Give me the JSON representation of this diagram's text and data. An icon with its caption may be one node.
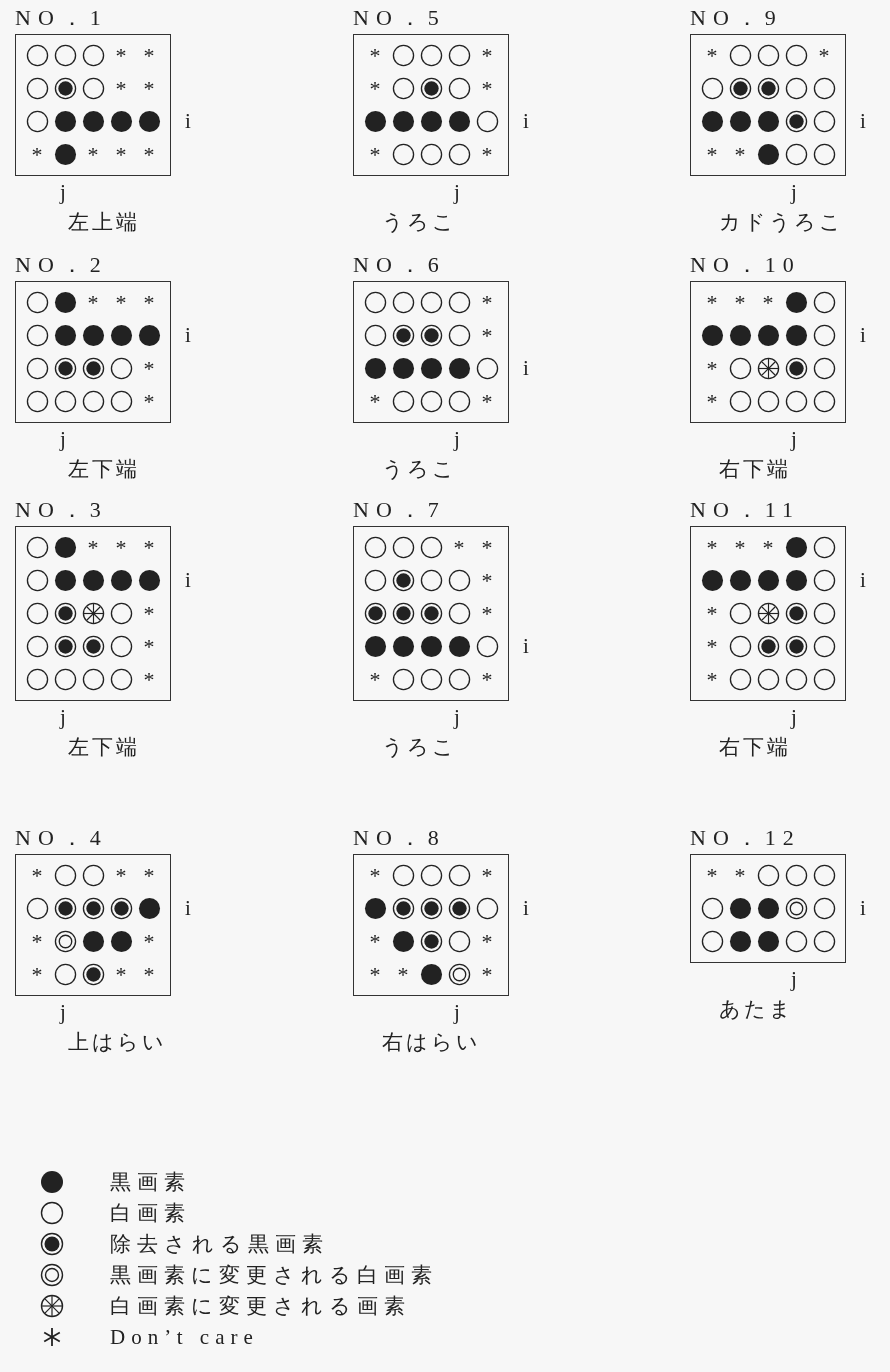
{
  "diagram": {
    "nodes": [
      {
        "text": [
          "NO．1"
        ],
        "beside": [
          "i",
          "j",
          "左上端"
        ]
      },
      {
        "text": [],
        "shape": "circle",
        "in": 0
      },
      {
        "text": [],
        "shape": "circle",
        "in": 0
      },
      {
        "text": [],
        "shape": "circle",
        "in": 0
      },
      {
        "text": [
          "*"
        ],
        "in": 0
      },
      {
        "text": [
          "*"
        ],
        "in": 0
      },
      {
        "text": [],
        "shape": "circle",
        "in": 0
      },
      {
        "text": [],
        "shape": "bullseye",
        "in": 0
      },
      {
        "text": [],
        "shape": "circle",
        "in": 0
      },
      {
        "text": [
          "*"
        ],
        "in": 0
      },
      {
        "text": [
          "*"
        ],
        "in": 0
      },
      {
        "text": [],
        "shape": "circle",
        "in": 0
      },
      {
        "text": [],
        "shape": "dot",
        "in": 0
      },
      {
        "text": [],
        "shape": "dot",
        "in": 0
      },
      {
        "text": [],
        "shape": "dot",
        "in": 0
      },
      {
        "text": [],
        "shape": "dot",
        "in": 0
      },
      {
        "text": [
          "*"
        ],
        "in": 0
      },
      {
        "text": [],
        "shape": "dot",
        "in": 0
      },
      {
        "text": [
          "*"
        ],
        "in": 0
      },
      {
        "text": [
          "*"
        ],
        "in": 0
      },
      {
        "text": [
          "*"
        ],
        "in": 0
      },
      {
        "text": [
          "NO．2"
        ],
        "beside": [
          "i",
          "j",
          "左下端"
        ]
      },
      {
        "text": [],
        "shape": "circle",
        "in": 21
      },
      {
        "text": [],
        "shape": "dot",
        "in": 21
      },
      {
        "text": [
          "*"
        ],
        "in": 21
      },
      {
        "text": [
          "*"
        ],
        "in": 21
      },
      {
        "text": [
          "*"
        ],
        "in": 21
      },
      {
        "text": [],
        "shape": "circle",
        "in": 21
      },
      {
        "text": [],
        "shape": "dot",
        "in": 21
      },
      {
        "text": [],
        "shape": "dot",
        "in": 21
      },
      {
        "text": [],
        "shape": "dot",
        "in": 21
      },
      {
        "text": [],
        "shape": "dot",
        "in": 21
      },
      {
        "text": [],
        "shape": "circle",
        "in": 21
      },
      {
        "text": [],
        "shape": "bullseye",
        "in": 21
      },
      {
        "text": [],
        "shape": "bullseye",
        "in": 21
      },
      {
        "text": [],
        "shape": "circle",
        "in": 21
      },
      {
        "text": [
          "*"
        ],
        "in": 21
      },
      {
        "text": [],
        "shape": "circle",
        "in": 21
      },
      {
        "text": [],
        "shape": "circle",
        "in": 21
      },
      {
        "text": [],
        "shape": "circle",
        "in": 21
      },
      {
        "text": [],
        "shape": "circle",
        "in": 21
      },
      {
        "text": [
          "*"
        ],
        "in": 21
      },
      {
        "text": [
          "NO．3"
        ],
        "beside": [
          "i",
          "j",
          "左下端"
        ]
      },
      {
        "text": [],
        "shape": "circle",
        "in": 42
      },
      {
        "text": [],
        "shape": "dot",
        "in": 42
      },
      {
        "text": [
          "*"
        ],
        "in": 42
      },
      {
        "text": [
          "*"
        ],
        "in": 42
      },
      {
        "text": [
          "*"
        ],
        "in": 42
      },
      {
        "text": [],
        "shape": "circle",
        "in": 42
      },
      {
        "text": [],
        "shape": "dot",
        "in": 42
      },
      {
        "text": [],
        "shape": "dot",
        "in": 42
      },
      {
        "text": [],
        "shape": "dot",
        "in": 42
      },
      {
        "text": [],
        "shape": "dot",
        "in": 42
      },
      {
        "text": [],
        "shape": "circle",
        "in": 42
      },
      {
        "text": [],
        "shape": "bullseye",
        "in": 42
      },
      {
        "text": [],
        "shape": "wheel",
        "in": 42
      },
      {
        "text": [],
        "shape": "circle",
        "in": 42
      },
      {
        "text": [
          "*"
        ],
        "in": 42
      },
      {
        "text": [],
        "shape": "circle",
        "in": 42
      },
      {
        "text": [],
        "shape": "bullseye",
        "in": 42
      },
      {
        "text": [],
        "shape": "bullseye",
        "in": 42
      },
      {
        "text": [],
        "shape": "circle",
        "in": 42
      },
      {
        "text": [
          "*"
        ],
        "in": 42
      },
      {
        "text": [],
        "shape": "circle",
        "in": 42
      },
      {
        "text": [],
        "shape": "circle",
        "in": 42
      },
      {
        "text": [],
        "shape": "circle",
        "in": 42
      },
      {
        "text": [],
        "shape": "circle",
        "in": 42
      },
      {
        "text": [
          "*"
        ],
        "in": 42
      },
      {
        "text": [
          "NO．4"
        ],
        "beside": [
          "i",
          "j",
          "上はらい"
        ]
      },
      {
        "text": [
          "*"
        ],
        "in": 68
      },
      {
        "text": [],
        "shape": "circle",
        "in": 68
      },
      {
        "text": [],
        "shape": "circle",
        "in": 68
      },
      {
        "text": [
          "*"
        ],
        "in": 68
      },
      {
        "text": [
          "*"
        ],
        "in": 68
      },
      {
        "text": [],
        "shape": "circle",
        "in": 68
      },
      {
        "text": [],
        "shape": "bullseye",
        "in": 68
      },
      {
        "text": [],
        "shape": "bullseye",
        "in": 68
      },
      {
        "text": [],
        "shape": "bullseye",
        "in": 68
      },
      {
        "text": [],
        "shape": "dot",
        "in": 68
      },
      {
        "text": [
          "*"
        ],
        "in": 68
      },
      {
        "text": [],
        "shape": "ring",
        "in": 68
      },
      {
        "text": [],
        "shape": "dot",
        "in": 68
      },
      {
        "text": [],
        "shape": "dot",
        "in": 68
      },
      {
        "text": [
          "*"
        ],
        "in": 68
      },
      {
        "text": [
          "*"
        ],
        "in": 68
      },
      {
        "text": [],
        "shape": "circle",
        "in": 68
      },
      {
        "text": [],
        "shape": "bullseye",
        "in": 68
      },
      {
        "text": [
          "*"
        ],
        "in": 68
      },
      {
        "text": [
          "*"
        ],
        "in": 68
      },
      {
        "text": [
          "NO．5"
        ],
        "beside": [
          "i",
          "j",
          "うろこ"
        ]
      },
      {
        "text": [
          "*"
        ],
        "in": 89
      },
      {
        "text": [],
        "shape": "circle",
        "in": 89
      },
      {
        "text": [],
        "shape": "circle",
        "in": 89
      },
      {
        "text": [],
        "shape": "circle",
        "in": 89
      },
      {
        "text": [
          "*"
        ],
        "in": 89
      },
      {
        "text": [
          "*"
        ],
        "in": 89
      },
      {
        "text": [],
        "shape": "circle",
        "in": 89
      },
      {
        "text": [],
        "shape": "bullseye",
        "in": 89
      },
      {
        "text": [],
        "shape": "circle",
        "in": 89
      },
      {
        "text": [
          "*"
        ],
        "in": 89
      },
      {
        "text": [],
        "shape": "dot",
        "in": 89
      },
      {
        "text": [],
        "shape": "dot",
        "in": 89
      },
      {
        "text": [],
        "shape": "dot",
        "in": 89
      },
      {
        "text": [],
        "shape": "dot",
        "in": 89
      },
      {
        "text": [],
        "shape": "circle",
        "in": 89
      },
      {
        "text": [
          "*"
        ],
        "in": 89
      },
      {
        "text": [],
        "shape": "circle",
        "in": 89
      },
      {
        "text": [],
        "shape": "circle",
        "in": 89
      },
      {
        "text": [],
        "shape": "circle",
        "in": 89
      },
      {
        "text": [
          "*"
        ],
        "in": 89
      },
      {
        "text": [
          "NO．6"
        ],
        "beside": [
          "i",
          "j",
          "うろこ"
        ]
      },
      {
        "text": [],
        "shape": "circle",
        "in": 110
      },
      {
        "text": [],
        "shape": "circle",
        "in": 110
      },
      {
        "text": [],
        "shape": "circle",
        "in": 110
      },
      {
        "text": [],
        "shape": "circle",
        "in": 110
      },
      {
        "text": [
          "*"
        ],
        "in": 110
      },
      {
        "text": [],
        "shape": "circle",
        "in": 110
      },
      {
        "text": [],
        "shape": "bullseye",
        "in": 110
      },
      {
        "text": [],
        "shape": "bullseye",
        "in": 110
      },
      {
        "text": [],
        "shape": "circle",
        "in": 110
      },
      {
        "text": [
          "*"
        ],
        "in": 110
      },
      {
        "text": [],
        "shape": "dot",
        "in": 110
      },
      {
        "text": [],
        "shape": "dot",
        "in": 110
      },
      {
        "text": [],
        "shape": "dot",
        "in": 110
      },
      {
        "text": [],
        "shape": "dot",
        "in": 110
      },
      {
        "text": [],
        "shape": "circle",
        "in": 110
      },
      {
        "text": [
          "*"
        ],
        "in": 110
      },
      {
        "text": [],
        "shape": "circle",
        "in": 110
      },
      {
        "text": [],
        "shape": "circle",
        "in": 110
      },
      {
        "text": [],
        "shape": "circle",
        "in": 110
      },
      {
        "text": [
          "*"
        ],
        "in": 110
      },
      {
        "text": [
          "NO．7"
        ],
        "beside": [
          "i",
          "j",
          "うろこ"
        ]
      },
      {
        "text": [],
        "shape": "circle",
        "in": 131
      },
      {
        "text": [],
        "shape": "circle",
        "in": 131
      },
      {
        "text": [],
        "shape": "circle",
        "in": 131
      },
      {
        "text": [
          "*"
        ],
        "in": 131
      },
      {
        "text": [
          "*"
        ],
        "in": 131
      },
      {
        "text": [],
        "shape": "circle",
        "in": 131
      },
      {
        "text": [],
        "shape": "bullseye",
        "in": 131
      },
      {
        "text": [],
        "shape": "circle",
        "in": 131
      },
      {
        "text": [],
        "shape": "circle",
        "in": 131
      },
      {
        "text": [
          "*"
        ],
        "in": 131
      },
      {
        "text": [],
        "shape": "bullseye",
        "in": 131
      },
      {
        "text": [],
        "shape": "bullseye",
        "in": 131
      },
      {
        "text": [],
        "shape": "bullseye",
        "in": 131
      },
      {
        "text": [],
        "shape": "circle",
        "in": 131
      },
      {
        "text": [
          "*"
        ],
        "in": 131
      },
      {
        "text": [],
        "shape": "dot",
        "in": 131
      },
      {
        "text": [],
        "shape": "dot",
        "in": 131
      },
      {
        "text": [],
        "shape": "dot",
        "in": 131
      },
      {
        "text": [],
        "shape": "dot",
        "in": 131
      },
      {
        "text": [],
        "shape": "circle",
        "in": 131
      },
      {
        "text": [
          "*"
        ],
        "in": 131
      },
      {
        "text": [],
        "shape": "circle",
        "in": 131
      },
      {
        "text": [],
        "shape": "circle",
        "in": 131
      },
      {
        "text": [],
        "shape": "circle",
        "in": 131
      },
      {
        "text": [
          "*"
        ],
        "in": 131
      },
      {
        "text": [
          "NO．8"
        ],
        "beside": [
          "i",
          "j",
          "右はらい"
        ]
      },
      {
        "text": [
          "*"
        ],
        "in": 157
      },
      {
        "text": [],
        "shape": "circle",
        "in": 157
      },
      {
        "text": [],
        "shape": "circle",
        "in": 157
      },
      {
        "text": [],
        "shape": "circle",
        "in": 157
      },
      {
        "text": [
          "*"
        ],
        "in": 157
      },
      {
        "text": [],
        "shape": "dot",
        "in": 157
      },
      {
        "text": [],
        "shape": "bullseye",
        "in": 157
      },
      {
        "text": [],
        "shape": "bullseye",
        "in": 157
      },
      {
        "text": [],
        "shape": "bullseye",
        "in": 157
      },
      {
        "text": [],
        "shape": "circle",
        "in": 157
      },
      {
        "text": [
          "*"
        ],
        "in": 157
      },
      {
        "text": [],
        "shape": "dot",
        "in": 157
      },
      {
        "text": [],
        "shape": "bullseye",
        "in": 157
      },
      {
        "text": [],
        "shape": "circle",
        "in": 157
      },
      {
        "text": [
          "*"
        ],
        "in": 157
      },
      {
        "text": [
          "*"
        ],
        "in": 157
      },
      {
        "text": [
          "*"
        ],
        "in": 157
      },
      {
        "text": [],
        "shape": "dot",
        "in": 157
      },
      {
        "text": [],
        "shape": "ring",
        "in": 157
      },
      {
        "text": [
          "*"
        ],
        "in": 157
      },
      {
        "text": [
          "NO．9"
        ],
        "beside": [
          "i",
          "j",
          "カドうろこ"
        ]
      },
      {
        "text": [
          "*"
        ],
        "in": 178
      },
      {
        "text": [],
        "shape": "circle",
        "in": 178
      },
      {
        "text": [],
        "shape": "circle",
        "in": 178
      },
      {
        "text": [],
        "shape": "circle",
        "in": 178
      },
      {
        "text": [
          "*"
        ],
        "in": 178
      },
      {
        "text": [],
        "shape": "circle",
        "in": 178
      },
      {
        "text": [],
        "shape": "bullseye",
        "in": 178
      },
      {
        "text": [],
        "shape": "bullseye",
        "in": 178
      },
      {
        "text": [],
        "shape": "circle",
        "in": 178
      },
      {
        "text": [],
        "shape": "circle",
        "in": 178
      },
      {
        "text": [],
        "shape": "dot",
        "in": 178
      },
      {
        "text": [],
        "shape": "dot",
        "in": 178
      },
      {
        "text": [],
        "shape": "dot",
        "in": 178
      },
      {
        "text": [],
        "shape": "bullseye",
        "in": 178
      },
      {
        "text": [],
        "shape": "circle",
        "in": 178
      },
      {
        "text": [
          "*"
        ],
        "in": 178
      },
      {
        "text": [
          "*"
        ],
        "in": 178
      },
      {
        "text": [],
        "shape": "dot",
        "in": 178
      },
      {
        "text": [],
        "shape": "circle",
        "in": 178
      },
      {
        "text": [],
        "shape": "circle",
        "in": 178
      },
      {
        "text": [
          "NO．10"
        ],
        "beside": [
          "i",
          "j",
          "右下端"
        ]
      },
      {
        "text": [
          "*"
        ],
        "in": 199
      },
      {
        "text": [
          "*"
        ],
        "in": 199
      },
      {
        "text": [
          "*"
        ],
        "in": 199
      },
      {
        "text": [],
        "shape": "dot",
        "in": 199
      },
      {
        "text": [],
        "shape": "circle",
        "in": 199
      },
      {
        "text": [],
        "shape": "dot",
        "in": 199
      },
      {
        "text": [],
        "shape": "dot",
        "in": 199
      },
      {
        "text": [],
        "shape": "dot",
        "in": 199
      },
      {
        "text": [],
        "shape": "dot",
        "in": 199
      },
      {
        "text": [],
        "shape": "circle",
        "in": 199
      },
      {
        "text": [
          "*"
        ],
        "in": 199
      },
      {
        "text": [],
        "shape": "circle",
        "in": 199
      },
      {
        "text": [],
        "shape": "wheel",
        "in": 199
      },
      {
        "text": [],
        "shape": "bullseye",
        "in": 199
      },
      {
        "text": [],
        "shape": "circle",
        "in": 199
      },
      {
        "text": [
          "*"
        ],
        "in": 199
      },
      {
        "text": [],
        "shape": "circle",
        "in": 199
      },
      {
        "text": [],
        "shape": "circle",
        "in": 199
      },
      {
        "text": [],
        "shape": "circle",
        "in": 199
      },
      {
        "text": [],
        "shape": "circle",
        "in": 199
      },
      {
        "text": [
          "NO．11"
        ],
        "beside": [
          "i",
          "j",
          "右下端"
        ]
      },
      {
        "text": [
          "*"
        ],
        "in": 220
      },
      {
        "text": [
          "*"
        ],
        "in": 220
      },
      {
        "text": [
          "*"
        ],
        "in": 220
      },
      {
        "text": [],
        "shape": "dot",
        "in": 220
      },
      {
        "text": [],
        "shape": "circle",
        "in": 220
      },
      {
        "text": [],
        "shape": "dot",
        "in": 220
      },
      {
        "text": [],
        "shape": "dot",
        "in": 220
      },
      {
        "text": [],
        "shape": "dot",
        "in": 220
      },
      {
        "text": [],
        "shape": "dot",
        "in": 220
      },
      {
        "text": [],
        "shape": "circle",
        "in": 220
      },
      {
        "text": [
          "*"
        ],
        "in": 220
      },
      {
        "text": [],
        "shape": "circle",
        "in": 220
      },
      {
        "text": [],
        "shape": "wheel",
        "in": 220
      },
      {
        "text": [],
        "shape": "bullseye",
        "in": 220
      },
      {
        "text": [],
        "shape": "circle",
        "in": 220
      },
      {
        "text": [
          "*"
        ],
        "in": 220
      },
      {
        "text": [],
        "shape": "circle",
        "in": 220
      },
      {
        "text": [],
        "shape": "bullseye",
        "in": 220
      },
      {
        "text": [],
        "shape": "bullseye",
        "in": 220
      },
      {
        "text": [],
        "shape": "circle",
        "in": 220
      },
      {
        "text": [
          "*"
        ],
        "in": 220
      },
      {
        "text": [],
        "shape": "circle",
        "in": 220
      },
      {
        "text": [],
        "shape": "circle",
        "in": 220
      },
      {
        "text": [],
        "shape": "circle",
        "in": 220
      },
      {
        "text": [],
        "shape": "circle",
        "in": 220
      },
      {
        "text": [
          "NO．12"
        ],
        "beside": [
          "i",
          "j",
          "あたま"
        ]
      },
      {
        "text": [
          "*"
        ],
        "in": 246
      },
      {
        "text": [
          "*"
        ],
        "in": 246
      },
      {
        "text": [],
        "shape": "circle",
        "in": 246
      },
      {
        "text": [],
        "shape": "circle",
        "in": 246
      },
      {
        "text": [],
        "shape": "circle",
        "in": 246
      },
      {
        "text": [],
        "shape": "circle",
        "in": 246
      },
      {
        "text": [],
        "shape": "dot",
        "in": 246
      },
      {
        "text": [],
        "shape": "dot",
        "in": 246
      },
      {
        "text": [],
        "shape": "ring",
        "in": 246
      },
      {
        "text": [],
        "shape": "circle",
        "in": 246
      },
      {
        "text": [],
        "shape": "circle",
        "in": 246
      },
      {
        "text": [],
        "shape": "dot",
        "in": 246
      },
      {
        "text": [],
        "shape": "dot",
        "in": 246
      },
      {
        "text": [],
        "shape": "circle",
        "in": 246
      },
      {
        "text": [],
        "shape": "circle",
        "in": 246
      }
    ],
    "legend": [
      {
        "text": "黒画素"
      },
      {
        "text": "白画素"
      },
      {
        "text": "除去される黒画素"
      },
      {
        "text": "黒画素に変更される白画素"
      },
      {
        "text": "白画素に変更される画素"
      },
      {
        "text": "Don’t care"
      }
    ]
  }
}
